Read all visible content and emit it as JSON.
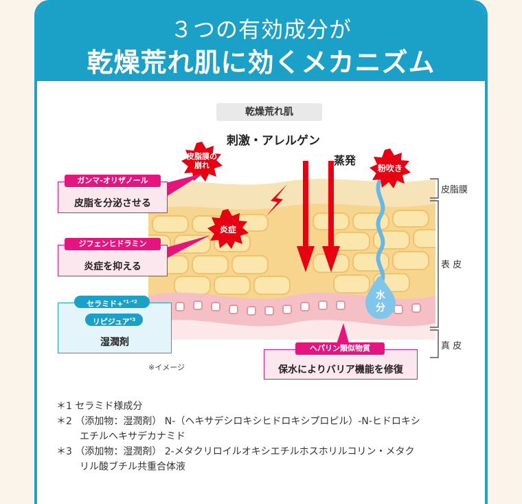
{
  "header": {
    "line1": "３つの有効成分が",
    "line2": "乾燥荒れ肌に効くメカニズム"
  },
  "diagram": {
    "top_label": "乾燥荒れ肌",
    "stimulus": "刺激・アレルゲン",
    "evaporation": "蒸発",
    "water": [
      "水",
      "分"
    ],
    "burst_sebum": [
      "皮脂膜の",
      "崩れ"
    ],
    "burst_powder": "粉吹き",
    "burst_inflame": "炎症",
    "layers": {
      "sebum": "皮脂膜",
      "epidermis": "表 皮",
      "dermis": "真 皮"
    },
    "image_note": "※イメージ"
  },
  "callouts": {
    "gamma": {
      "tag": "ガンマ-オリザノール",
      "text": "皮脂を分泌させる"
    },
    "diphen": {
      "tag": "ジフェンヒドラミン",
      "text": "炎症を抑える"
    },
    "ceramide": {
      "tag": "セラミド+",
      "tag_sup": "*1･*2",
      "tag2": "リピジュア",
      "tag2_sup": "*3",
      "text": "湿潤剤"
    },
    "heparin": {
      "tag": "ヘパリン類似物質",
      "text": "保水によりバリア機能を修復"
    }
  },
  "notes": {
    "n1": "＊1 セラミド様成分",
    "n2a": "＊2 （添加物：湿潤剤） N-（ヘキサデシロキシヒドロキシプロピル）-N-ヒドロキシ",
    "n2b": "エチルヘキサデカナミド",
    "n3a": "＊3 （添加物：湿潤剤） 2-メタクリロイルオキシエチルホスホリルコリン・メタク",
    "n3b": "リル酸ブチル共重合体液"
  },
  "colors": {
    "brand": "#1ba1c8",
    "pink": "#e4157f",
    "red": "#e60012",
    "skin": "#f8dfa6"
  }
}
